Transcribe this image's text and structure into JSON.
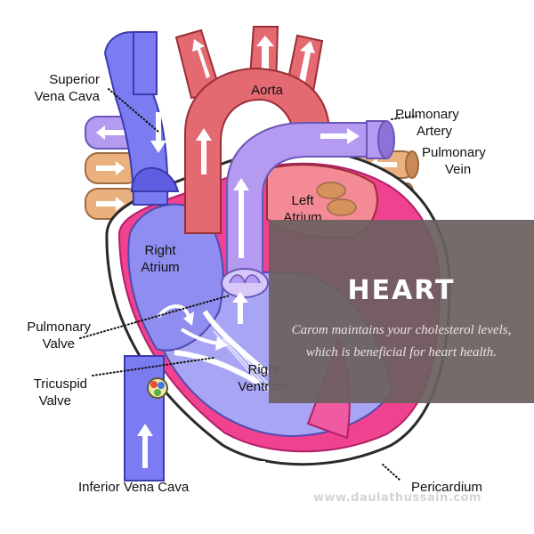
{
  "labels": {
    "superior_vena_cava_line1": "Superior",
    "superior_vena_cava_line2": "Vena Cava",
    "aorta": "Aorta",
    "pulmonary_artery_line1": "Pulmonary",
    "pulmonary_artery_line2": "Artery",
    "pulmonary_vein_line1": "Pulmonary",
    "pulmonary_vein_line2": "Vein",
    "left_atrium_line1": "Left",
    "left_atrium_line2": "Atrium",
    "right_atrium_line1": "Right",
    "right_atrium_line2": "Atrium",
    "pulmonary_valve_line1": "Pulmonary",
    "pulmonary_valve_line2": "Valve",
    "tricuspid_valve_line1": "Tricuspid",
    "tricuspid_valve_line2": "Valve",
    "right_ventricle_line1": "Right",
    "right_ventricle_line2": "Ventricle",
    "inferior_vena_cava": "Inferior Vena Cava",
    "pericardium": "Pericardium"
  },
  "card": {
    "title": "HEART",
    "text": "Carom maintains your cholesterol levels, which is beneficial for heart health."
  },
  "watermark": "www.daulathussain.com",
  "colors": {
    "vein_blue": "#7b7cf2",
    "artery_red": "#e46a72",
    "pulmonary_purple": "#b49af0",
    "pulmonary_vein_tan": "#eab07d",
    "pericardium_pink": "#f0428f",
    "chamber_blue": "#a8a6f4",
    "card_bg": "#6c6060"
  }
}
